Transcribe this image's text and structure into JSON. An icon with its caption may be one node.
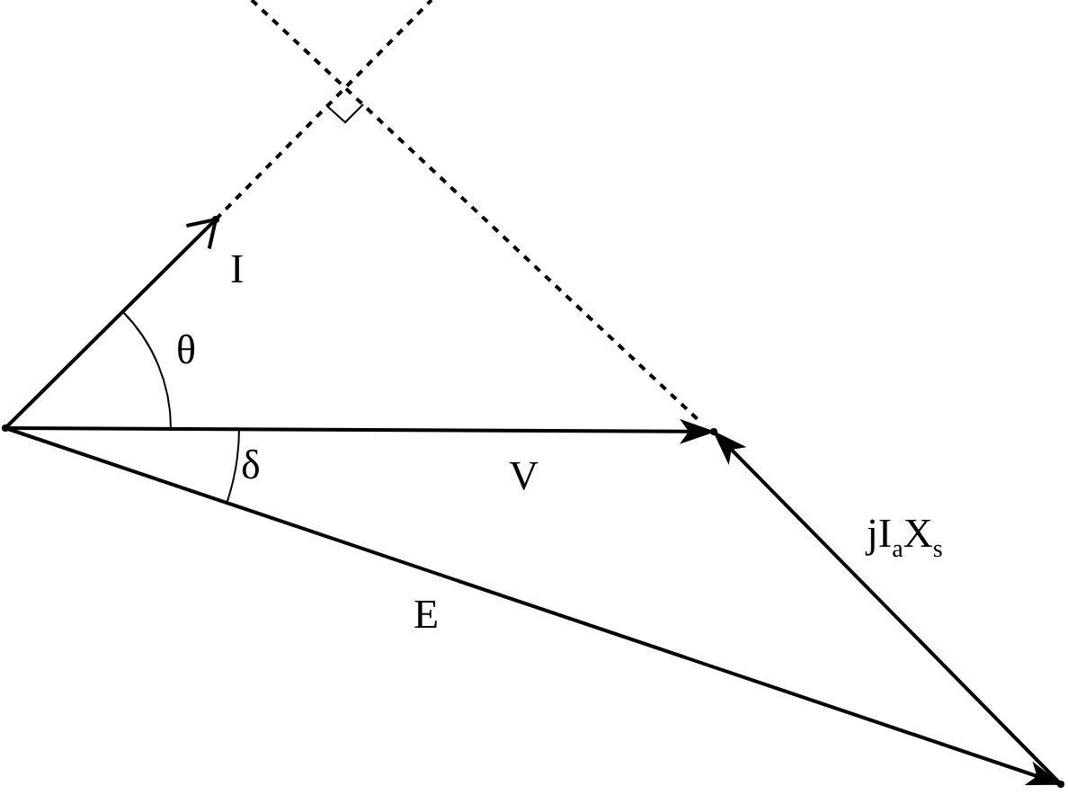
{
  "diagram": {
    "nodes": [
      {
        "text": [],
        "shape": "point"
      },
      {
        "text": [],
        "shape": "point"
      },
      {
        "text": [],
        "shape": "point"
      },
      {
        "text": [],
        "shape": "point"
      }
    ],
    "edges": [
      {
        "from": 0,
        "to": 1,
        "arrow": "to",
        "label": "I"
      },
      {
        "from": 0,
        "to": 2,
        "arrow": "to",
        "label": "V"
      },
      {
        "from": 0,
        "to": 3,
        "arrow": "to",
        "label": "E"
      },
      {
        "from": 3,
        "to": 2,
        "arrow": "to",
        "label": "jI$_{a}$X$_{s}$"
      }
    ],
    "labels": [
      "θ",
      "δ"
    ]
  }
}
